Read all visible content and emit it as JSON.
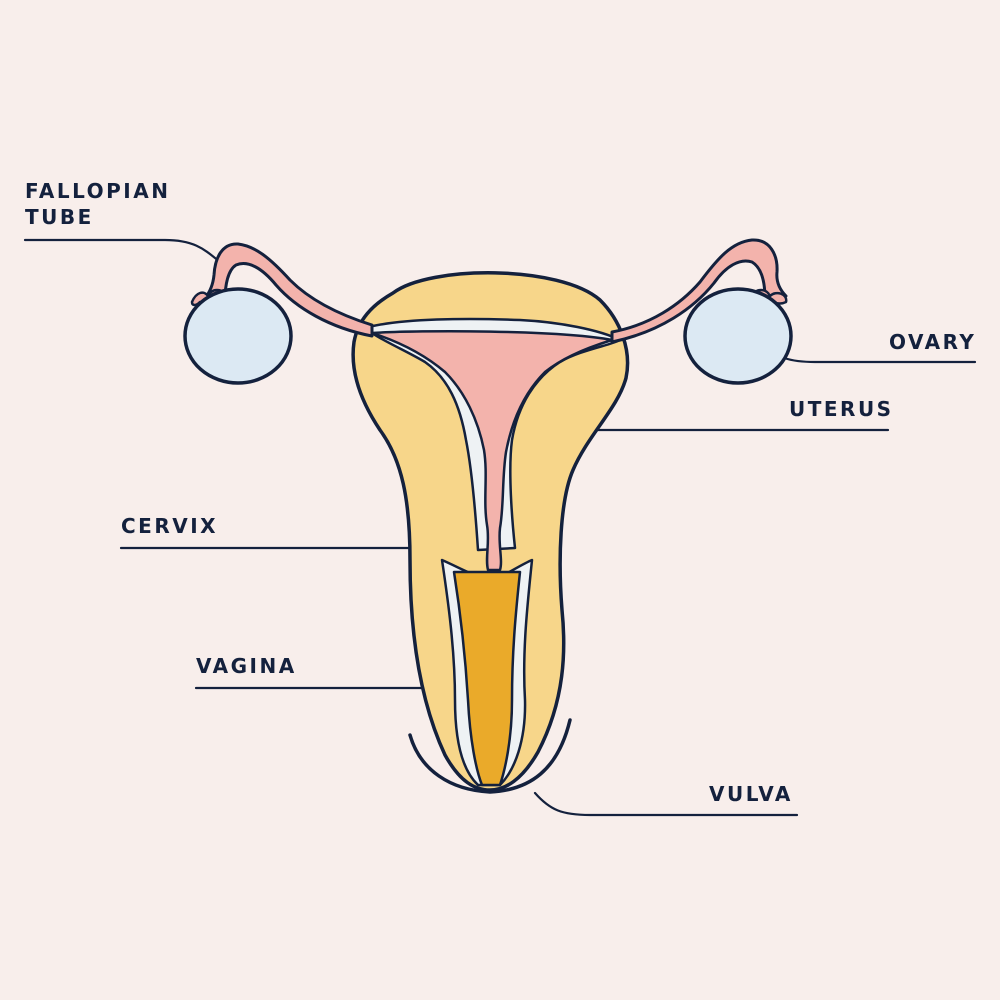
{
  "labels": {
    "fallopian_tube": [
      "FALLOPIAN",
      "TUBE"
    ],
    "ovary": "OVARY",
    "uterus": "UTERUS",
    "cervix": "CERVIX",
    "vagina": "VAGINA",
    "vulva": "VULVA"
  },
  "colors": {
    "background": "#f8eeeb",
    "outline": "#14213d",
    "uterus_body": "#f7d68a",
    "fallopian_pink": "#f3b3ac",
    "ovary_blue": "#dce9f3",
    "vaginal_canal": "#eaaa2a",
    "lining_white": "#eef2f4"
  }
}
